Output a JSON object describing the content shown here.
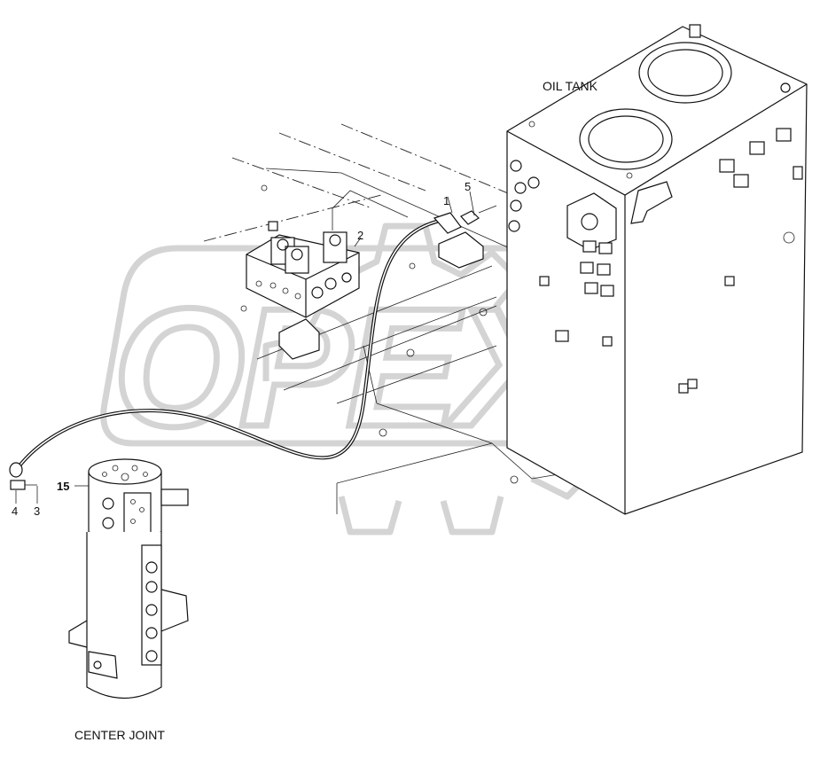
{
  "labels": {
    "oil_tank": "OIL TANK",
    "center_joint": "CENTER JOINT"
  },
  "watermark": "OPEX",
  "callouts": {
    "c1": "1",
    "c2": "2",
    "c3": "3",
    "c4": "4",
    "c5": "5",
    "c15": "15"
  },
  "colors": {
    "line": "#111111",
    "watermark": "#d4d4d4",
    "background": "#ffffff"
  }
}
